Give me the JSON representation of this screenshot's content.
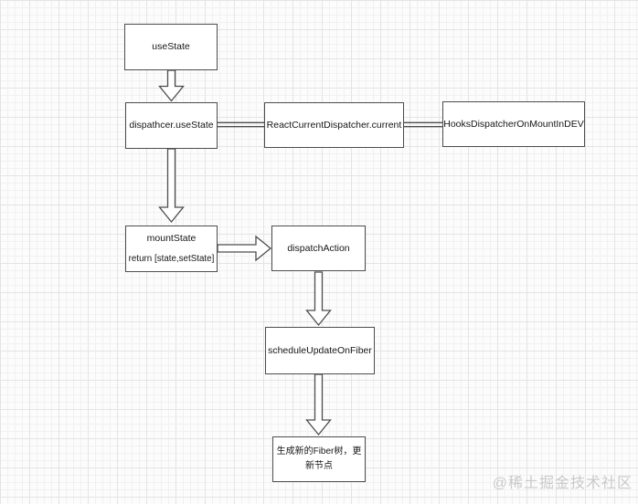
{
  "diagram": {
    "nodes": {
      "usestate": {
        "label": "useState"
      },
      "dispatcher_usestate": {
        "label": "dispathcer.useState"
      },
      "react_current_dispatcher": {
        "label": "ReactCurrentDispatcher.current"
      },
      "hooks_dispatcher": {
        "label": "HooksDispatcherOnMountInDEV"
      },
      "mountstate": {
        "label": "mountState",
        "sublabel": "return [state,setState]"
      },
      "dispatch_action": {
        "label": "dispatchAction"
      },
      "schedule_update": {
        "label": "scheduleUpdateOnFiber"
      },
      "fiber_result": {
        "label": "生成新的Fiber树，更新节点"
      }
    },
    "watermark": "@稀土掘金技术社区",
    "colors": {
      "bg": "#fcfcfc",
      "grid_minor": "#f1f1f1",
      "grid_major": "#e4e4e4",
      "node_border": "#4d4d4d",
      "node_fill": "#ffffff",
      "text": "#161616",
      "watermark": "#c9c9c9"
    }
  }
}
